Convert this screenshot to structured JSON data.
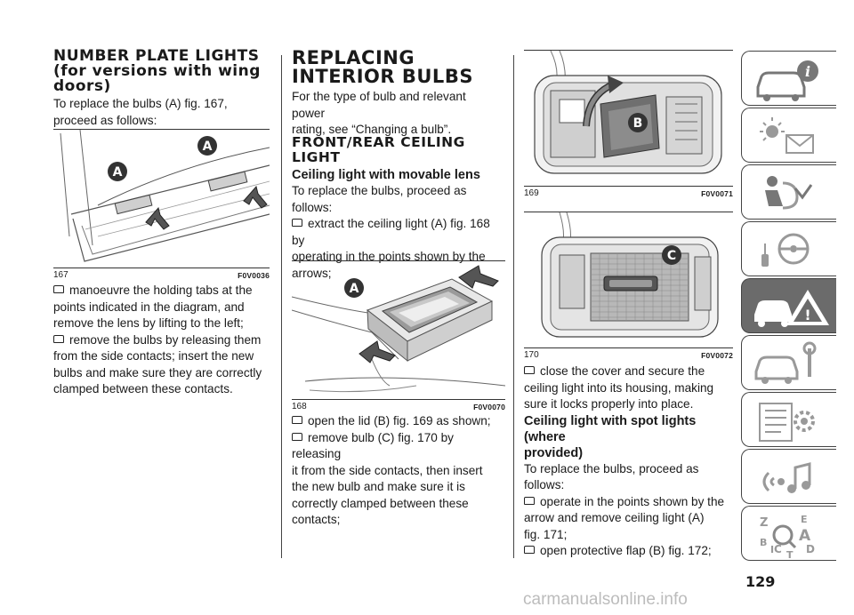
{
  "col1": {
    "heading": [
      "NUMBER PLATE LIGHTS",
      "(for versions with wing",
      "doors)"
    ],
    "intro": [
      "To replace the bulbs (A) fig. 167,",
      "proceed as follows:"
    ],
    "fig167": {
      "number": "167",
      "code": "F0V0036",
      "label_a": "A"
    },
    "bullets": [
      [
        "manoeuvre the holding tabs at the",
        "points indicated in the diagram, and",
        "remove the lens by lifting to the left;"
      ],
      [
        "remove the bulbs by releasing them",
        "from the side contacts; insert the new",
        "bulbs and make sure they are correctly",
        "clamped between these contacts."
      ]
    ]
  },
  "col2": {
    "heading": [
      "REPLACING",
      "INTERIOR BULBS"
    ],
    "intro": [
      "For the type of bulb and relevant power",
      "rating, see “Changing a bulb”."
    ],
    "section": [
      "FRONT/REAR CEILING",
      "LIGHT"
    ],
    "sub": "Ceiling light with movable lens",
    "sub_text": [
      "To replace the bulbs, proceed as",
      "follows:"
    ],
    "bullet1": [
      "extract the ceiling light (A) fig. 168 by",
      "operating in the points shown by the",
      "arrows;"
    ],
    "fig168": {
      "number": "168",
      "code": "F0V0070",
      "label_a": "A"
    },
    "bullets": [
      [
        "open the lid (B) fig. 169 as shown;"
      ],
      [
        "remove bulb (C) fig. 170 by releasing",
        "it from the side contacts, then insert",
        "the new bulb and make sure it is",
        "correctly clamped between these",
        "contacts;"
      ]
    ]
  },
  "col3": {
    "fig169": {
      "number": "169",
      "code": "F0V0071",
      "label_b": "B"
    },
    "fig170": {
      "number": "170",
      "code": "F0V0072",
      "label_c": "C"
    },
    "bullet1": [
      "close the cover and secure the",
      "ceiling light into its housing, making",
      "sure it locks properly into place."
    ],
    "sub": [
      "Ceiling light with spot lights (where",
      "provided)"
    ],
    "sub_text": [
      "To replace the bulbs, proceed as",
      "follows:"
    ],
    "bullets": [
      [
        "operate in the points shown by the",
        "arrow and remove ceiling light (A)",
        "fig. 171;"
      ],
      [
        "open protective flap (B) fig. 172;"
      ]
    ]
  },
  "page_number": "129",
  "watermark": "carmanualsonline.info",
  "tab_icons": [
    "car-info-icon",
    "warning-lights-icon",
    "airbag-safety-icon",
    "steering-key-icon",
    "emergency-icon",
    "maintenance-icon",
    "technical-data-icon",
    "multimedia-icon",
    "index-icon"
  ],
  "index_letters": [
    "Z",
    "E",
    "A",
    "B",
    "C",
    "D",
    "I",
    "T"
  ],
  "colors": {
    "text": "#1a1a1a",
    "tab_active": "#6b6b6b",
    "label_circle": "#333333"
  }
}
